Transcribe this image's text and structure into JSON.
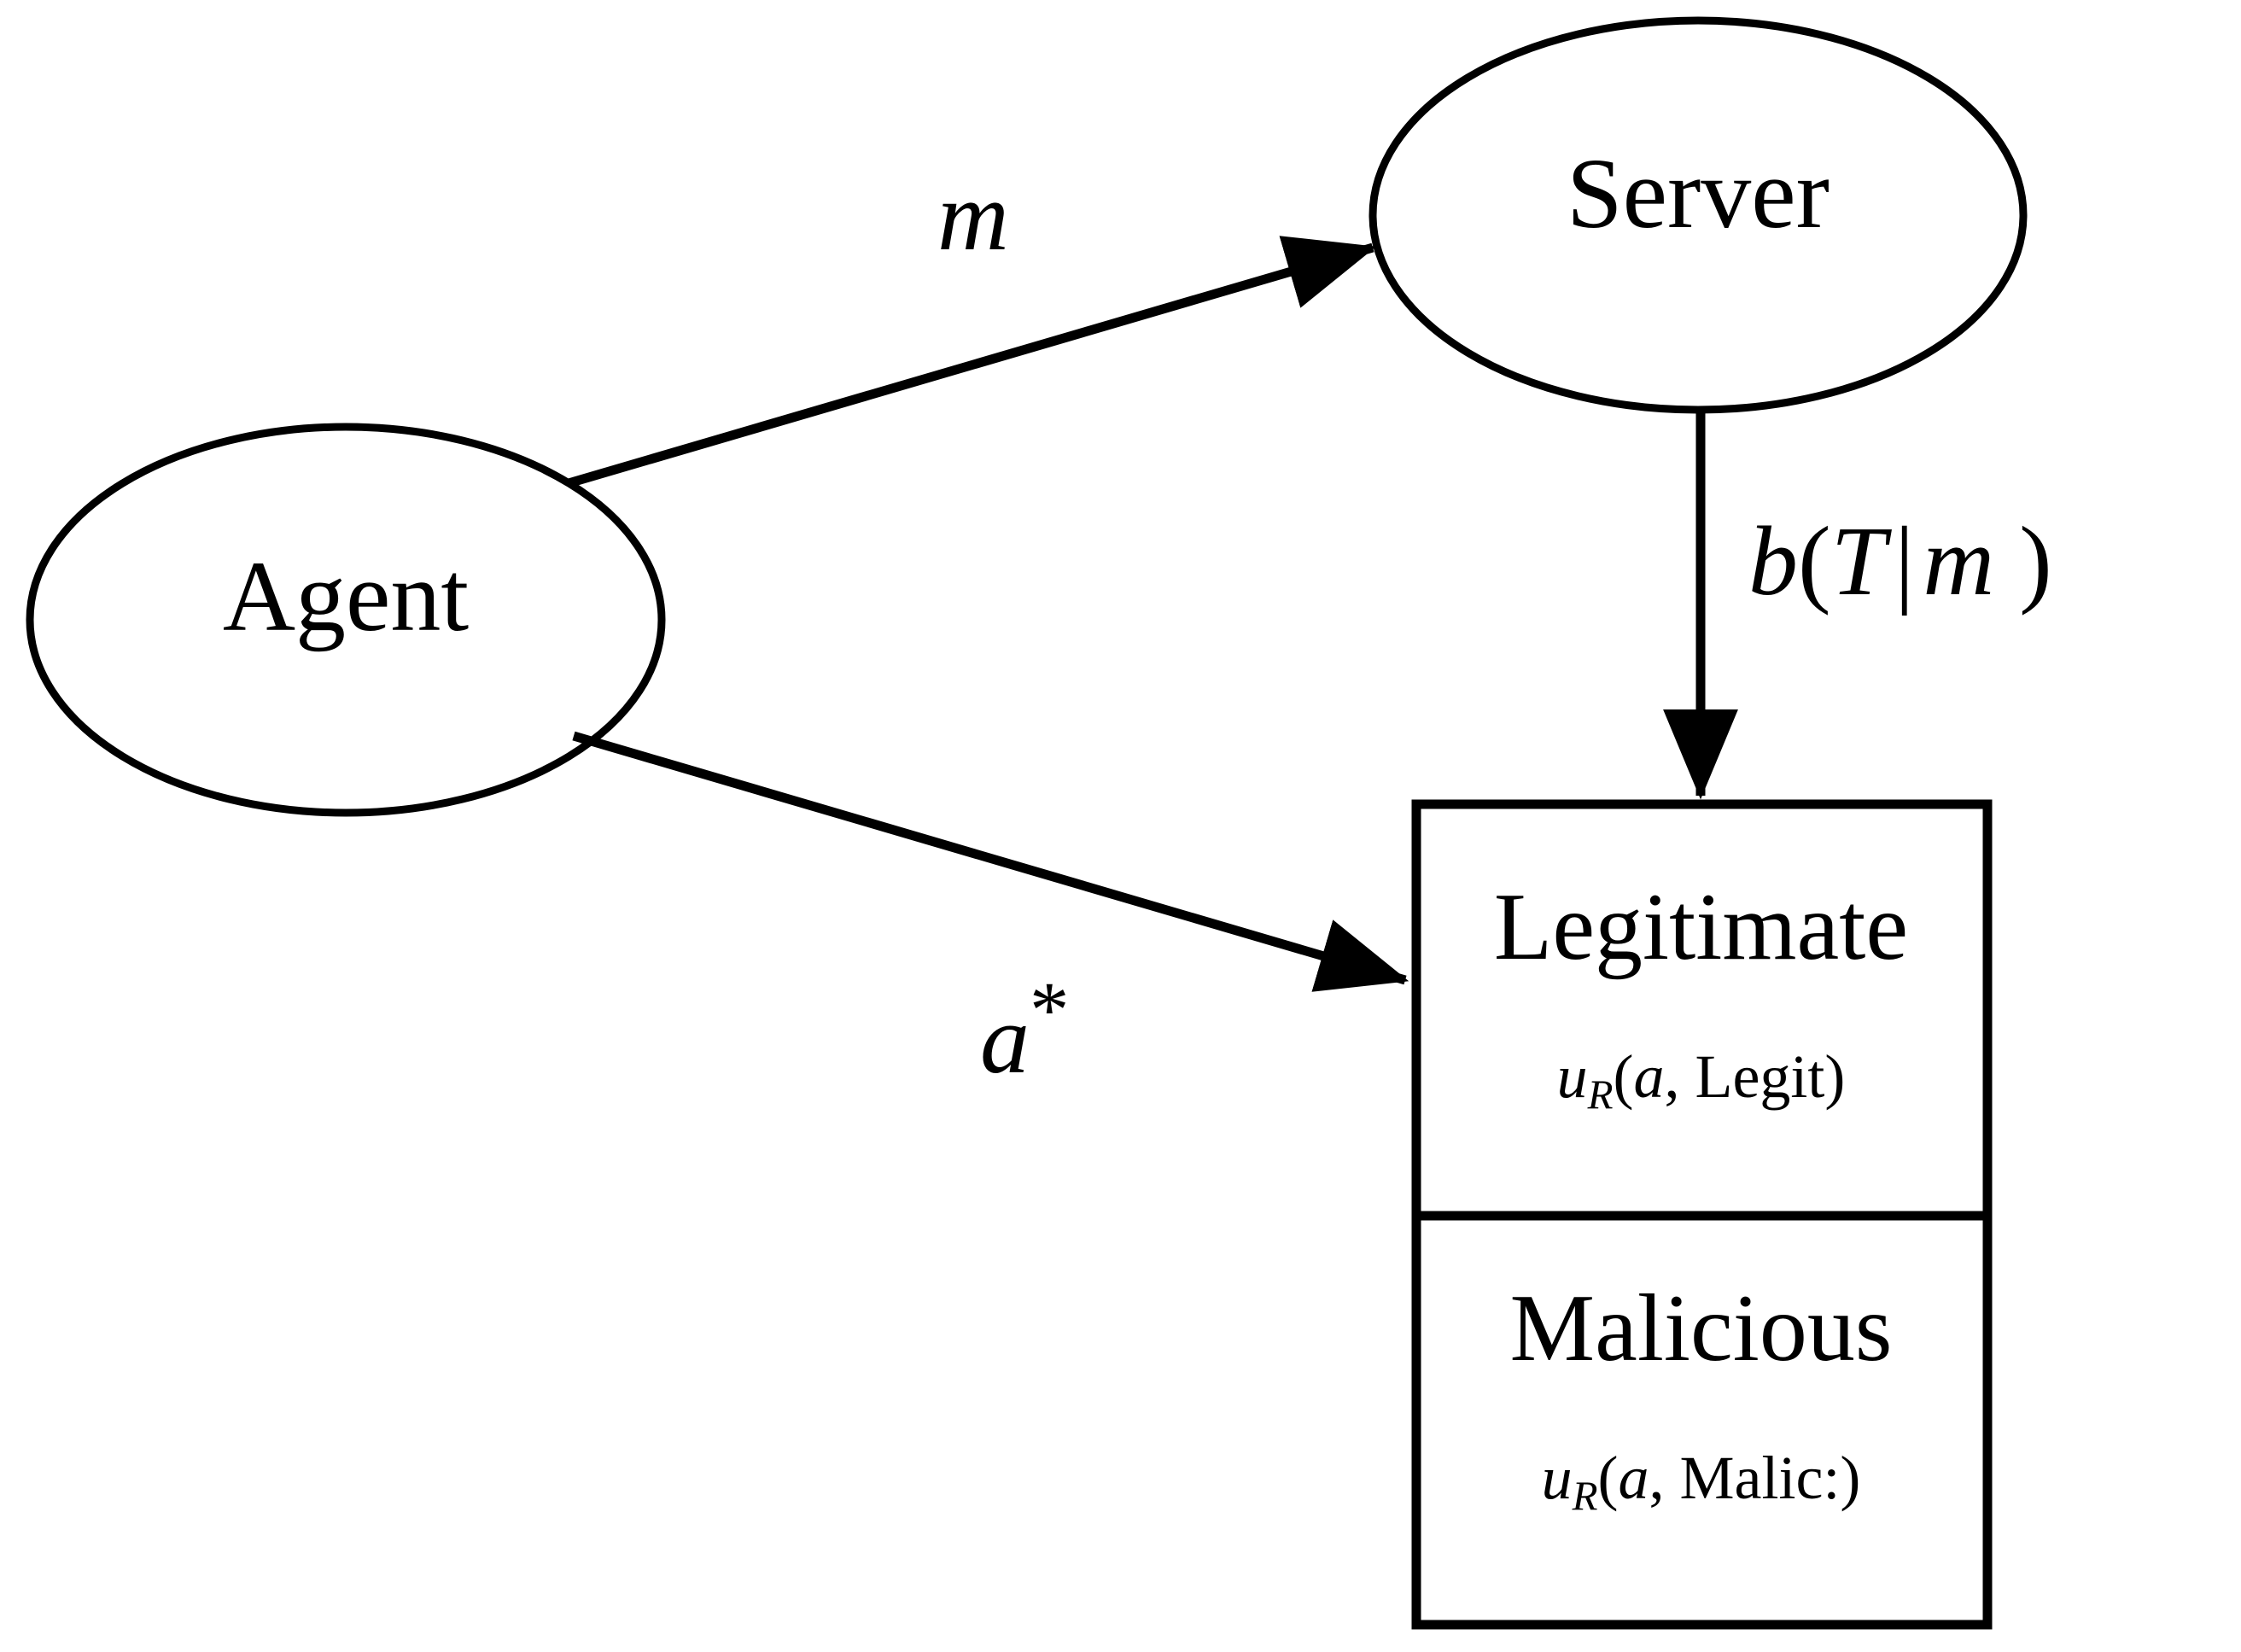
{
  "diagram": {
    "title": "Agent-Server signaling game diagram",
    "background_color": "#ffffff",
    "stroke_color": "#000000",
    "nodes": {
      "agent": {
        "label": "Agent",
        "shape": "ellipse"
      },
      "server": {
        "label": "Server",
        "shape": "ellipse"
      },
      "receiver_box": {
        "shape": "rectangle",
        "sections": [
          {
            "title": "Legitimate",
            "utility": {
              "function": "u",
              "subscript": "R",
              "open": "(",
              "arg": "a",
              "sep": ", ",
              "type": "Legit",
              "close": ")"
            }
          },
          {
            "title": "Malicious",
            "utility": {
              "function": "u",
              "subscript": "R",
              "open": "(",
              "arg": "a",
              "sep": ", ",
              "type": "Malic:",
              "close": ")"
            }
          }
        ]
      }
    },
    "edges": [
      {
        "id": "agent-to-server",
        "from": "agent",
        "to": "server",
        "label": {
          "symbol": "m"
        }
      },
      {
        "id": "server-to-box",
        "from": "server",
        "to": "receiver_box",
        "label": {
          "function": "b",
          "open": "(",
          "left": "T",
          "bar": "|",
          "right": "m",
          "close": " )"
        }
      },
      {
        "id": "agent-to-box",
        "from": "agent",
        "to": "receiver_box",
        "label": {
          "symbol": "a",
          "superscript": "*"
        }
      }
    ]
  }
}
